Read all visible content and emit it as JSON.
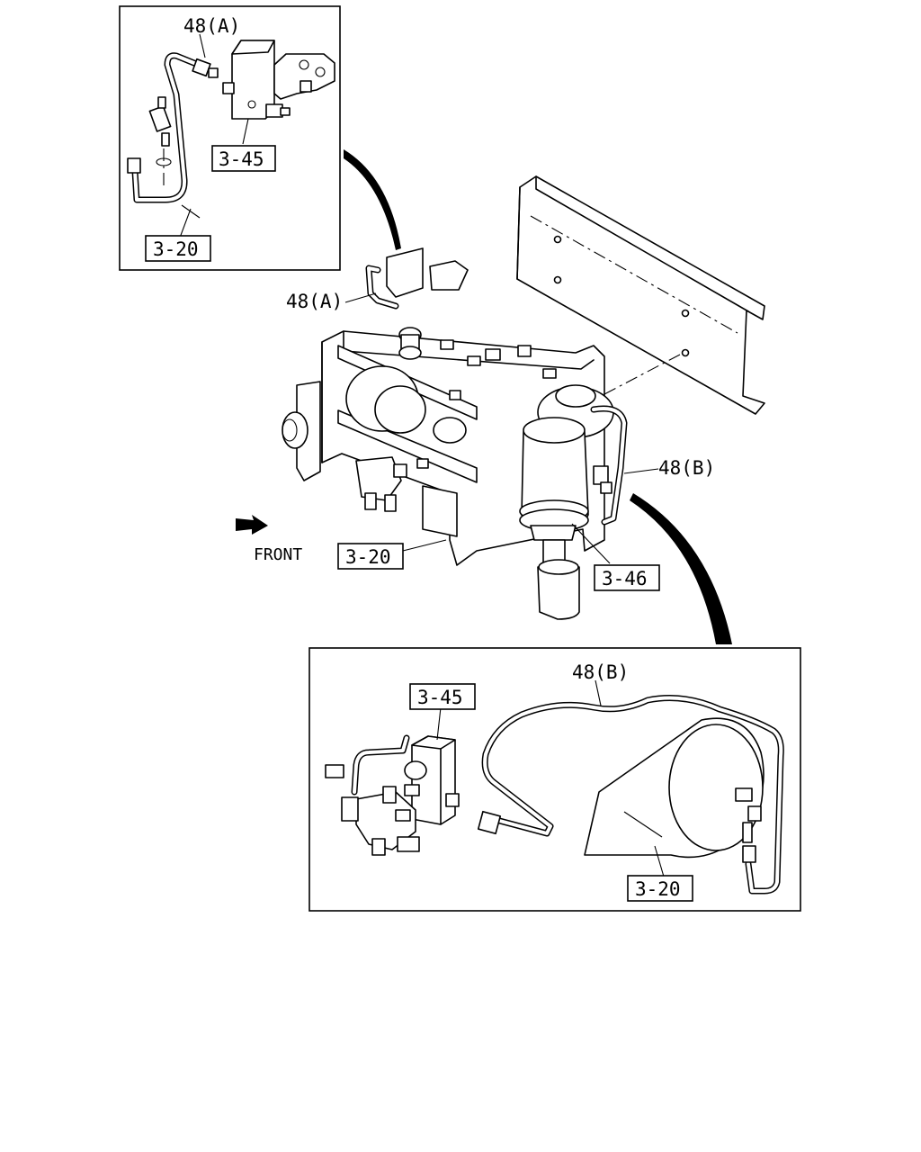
{
  "labels": {
    "top_inset_hose": "48(A)",
    "top_inset_ref_valve": "3-45",
    "top_inset_ref_tank": "3-20",
    "main_hose_a": "48(A)",
    "main_hose_b": "48(B)",
    "main_front": "FRONT",
    "main_ref_tank": "3-20",
    "main_ref_dryer": "3-46",
    "bottom_inset_hose": "48(B)",
    "bottom_inset_ref_valve": "3-45",
    "bottom_inset_ref_tank": "3-20"
  },
  "icons": {
    "front_arrow": "front-direction-arrow-icon"
  }
}
